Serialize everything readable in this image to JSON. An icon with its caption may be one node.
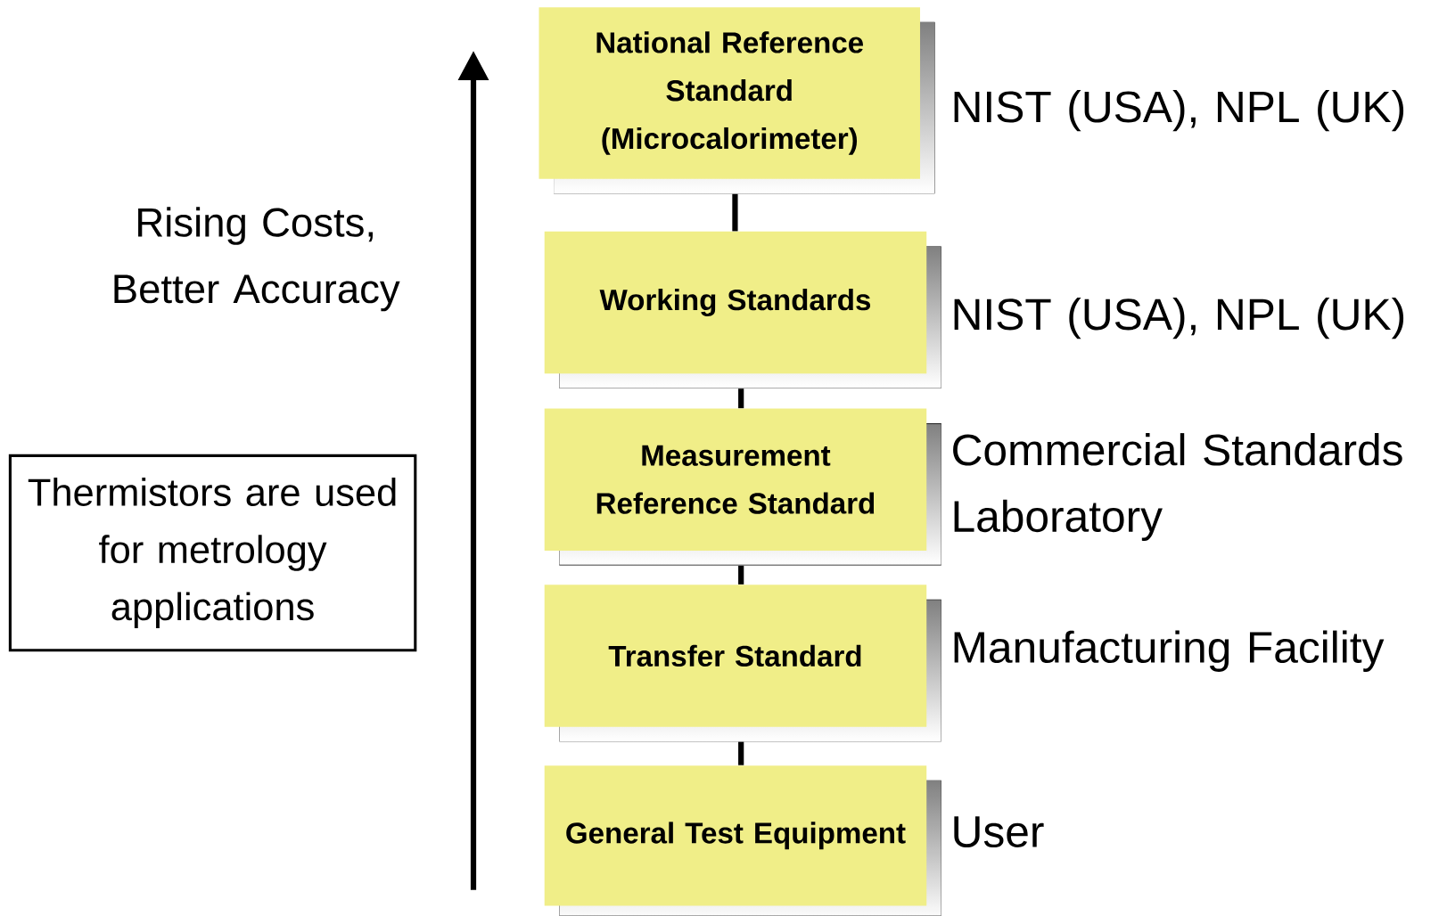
{
  "diagram": {
    "nodes": [
      {
        "text": [
          "National Reference Standard (Microcalorimeter)"
        ],
        "beside": [
          "NIST (USA), NPL (UK)"
        ]
      },
      {
        "text": [
          "Working Standards"
        ],
        "beside": [
          "NIST (USA), NPL (UK)"
        ]
      },
      {
        "text": [
          "Measurement Reference Standard"
        ],
        "beside": [
          "Commercial Standards Laboratory"
        ]
      },
      {
        "text": [
          "Transfer Standard"
        ],
        "beside": [
          "Manufacturing Facility"
        ]
      },
      {
        "text": [
          "General Test Equipment"
        ],
        "beside": [
          "User"
        ]
      },
      {
        "text": [
          "Thermistors are used for metrology applications"
        ]
      }
    ],
    "edges": [
      {
        "from": 0,
        "to": 1,
        "arrow": "none"
      },
      {
        "from": 1,
        "to": 2,
        "arrow": "none"
      },
      {
        "from": 2,
        "to": 3,
        "arrow": "none"
      },
      {
        "from": 3,
        "to": 4,
        "arrow": "none"
      }
    ],
    "labels": [
      "Rising Costs, Better Accuracy"
    ]
  }
}
